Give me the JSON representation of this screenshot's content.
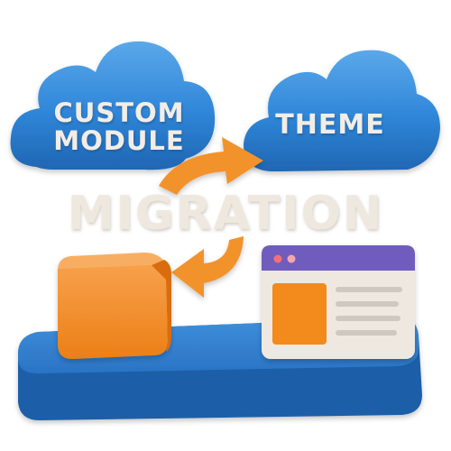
{
  "clouds": {
    "left": {
      "line1": "CUSTOM",
      "line2": "MODULE"
    },
    "right": {
      "line1": "THEME"
    }
  },
  "headline": "MIGRATION",
  "colors": {
    "cloud_blue": "#2f86d8",
    "cloud_text": "#f3ede6",
    "arrow_orange": "#f2922a",
    "cube_orange": "#f28a1f",
    "platform_blue": "#2a78c9",
    "window_bar": "#6f5bbd",
    "window_body": "#eee8e0",
    "headline_text": "#efe8de"
  },
  "icons": [
    "cloud-icon",
    "cycle-arrow-icon",
    "cube-icon",
    "browser-window-icon"
  ]
}
